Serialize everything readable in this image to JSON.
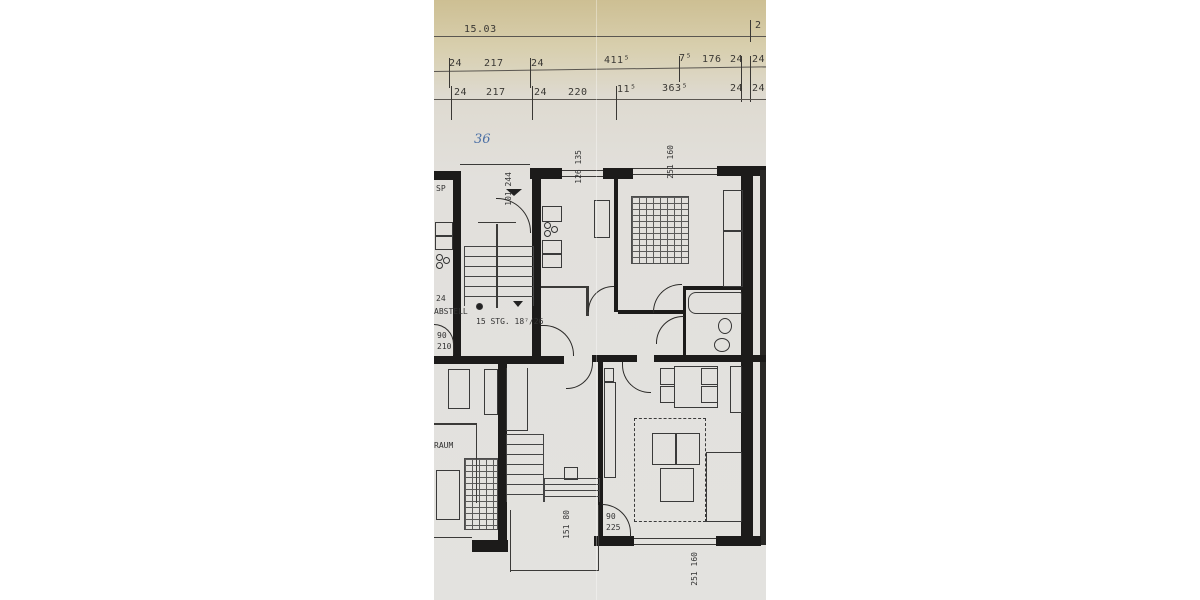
{
  "drawing": {
    "type": "architectural floor plan (scanned print)",
    "handwritten_note": "36",
    "overall_dimension": "15.03",
    "overall_dimension_right_fragment": "2",
    "dimension_row_1": [
      "24",
      "217",
      "24",
      "411⁵",
      "7⁵",
      "176",
      "24",
      "24"
    ],
    "dimension_row_2": [
      "24",
      "217",
      "24",
      "220",
      "11⁵",
      "363⁵",
      "24",
      "24"
    ],
    "room_labels": {
      "storage_abbrev": "SP",
      "abstell_fragment": "ABSTELL",
      "abstell_number": "24",
      "raum_fragment": "RAUM",
      "stair_note": "15 STG. 18⁷/26"
    },
    "opening_dimensions": {
      "entry_door": {
        "w": "90",
        "h": "210"
      },
      "stair_window": {
        "w": "101",
        "h": "244"
      },
      "kitchen_window": {
        "w": "126",
        "h": "135"
      },
      "bedroom_window": {
        "w": "251",
        "h": "160"
      },
      "balcony_door": {
        "w": "90",
        "h": "225"
      },
      "stair_lower_window": {
        "w": "151",
        "h": "80"
      },
      "living_window": {
        "w": "251",
        "h": "160"
      }
    },
    "colors": {
      "paper_top": "#cdbf93",
      "paper": "#e3e2df",
      "wall": "#1c1b1a",
      "ink": "#3a3834",
      "handwriting": "#4a6fa5"
    }
  }
}
